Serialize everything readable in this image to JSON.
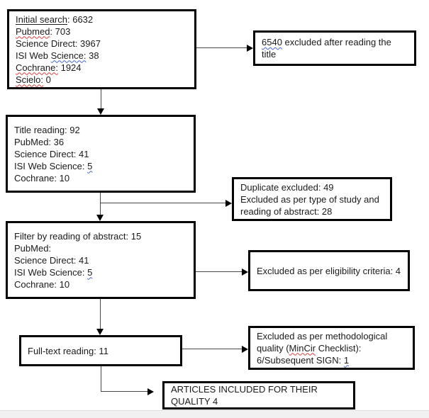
{
  "colors": {
    "spellcheck_red": "#d43f3f",
    "grammar_blue": "#4166d4",
    "connector_gray": "#474747",
    "box_border": "#000000",
    "footer_strip": "#f1f1f1"
  },
  "boxes": {
    "initial_search": {
      "lines": [
        [
          {
            "t": "Initial search",
            "u": "solid"
          },
          {
            "t": ": 6632"
          }
        ],
        [
          {
            "t": "Pubmed",
            "u": "red"
          },
          {
            "t": ": 703"
          }
        ],
        [
          {
            "t": "Science Direct: 3967"
          }
        ],
        [
          {
            "t": "ISI Web "
          },
          {
            "t": "Science:",
            "u": "blue"
          },
          {
            "t": " 38"
          }
        ],
        [
          {
            "t": "Cochrane:",
            "u": "red"
          },
          {
            "t": " 1924"
          }
        ],
        [
          {
            "t": "Scielo:",
            "u": "red"
          },
          {
            "t": " 0"
          }
        ]
      ]
    },
    "excluded_title": {
      "lines": [
        [
          {
            "t": "6540",
            "u": "blue"
          },
          {
            "t": " excluded after reading the title"
          }
        ]
      ]
    },
    "title_reading": {
      "lines": [
        [
          {
            "t": "Title reading: 92"
          }
        ],
        [
          {
            "t": "PubMed: 36"
          }
        ],
        [
          {
            "t": "Science Direct: 41"
          }
        ],
        [
          {
            "t": "ISI Web Science: "
          },
          {
            "t": "5",
            "u": "blue"
          }
        ],
        [
          {
            "t": "Cochrane: 10"
          }
        ]
      ]
    },
    "duplicate_excluded": {
      "lines": [
        [
          {
            "t": "Duplicate excluded: 49"
          }
        ],
        [
          {
            "t": "Excluded as per type of study and reading of abstract: 28"
          }
        ]
      ]
    },
    "abstract_filter": {
      "lines": [
        [
          {
            "t": "Filter by reading of abstract: 15"
          }
        ],
        [
          {
            "t": "PubMed:"
          }
        ],
        [
          {
            "t": "Science Direct: 41"
          }
        ],
        [
          {
            "t": "ISI Web Science: "
          },
          {
            "t": "5",
            "u": "blue"
          }
        ],
        [
          {
            "t": "Cochrane: 10"
          }
        ]
      ]
    },
    "excluded_eligibility": {
      "lines": [
        [
          {
            "t": "Excluded as per eligibility criteria: 4"
          }
        ]
      ]
    },
    "fulltext_reading": {
      "lines": [
        [
          {
            "t": "Full-text reading: 11"
          }
        ]
      ]
    },
    "excluded_quality": {
      "lines": [
        [
          {
            "t": "Excluded as per methodological quality ("
          },
          {
            "t": "MinCir",
            "u": "red"
          },
          {
            "t": " Checklist): 6/Subsequent SIGN: "
          },
          {
            "t": "1",
            "u": "blue"
          }
        ]
      ]
    },
    "articles_included": {
      "lines": [
        [
          {
            "t": "ARTICLES INCLUDED FOR THEIR QUALITY 4"
          }
        ]
      ]
    }
  }
}
